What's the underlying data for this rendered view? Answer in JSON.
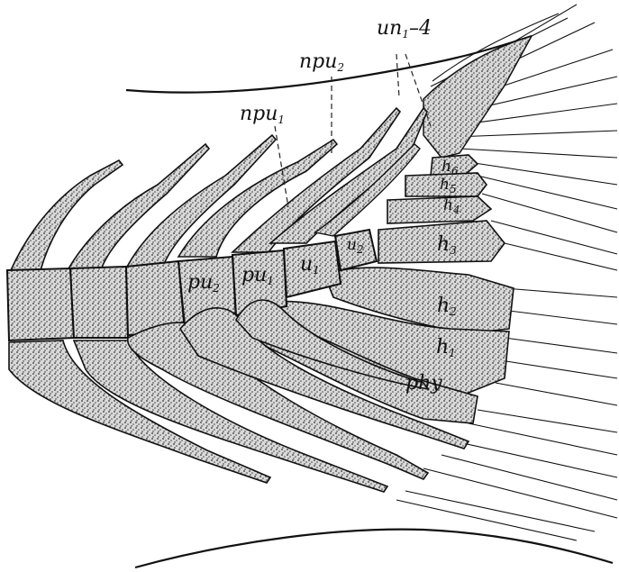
{
  "figure": {
    "labels": {
      "npu1": {
        "base": "npu",
        "sub": "1"
      },
      "npu2": {
        "base": "npu",
        "sub": "2"
      },
      "un": {
        "base": "un",
        "sub": "1",
        "suffix": "–4"
      },
      "pu2": {
        "base": "pu",
        "sub": "2"
      },
      "pu1": {
        "base": "pu",
        "sub": "1"
      },
      "u1": {
        "base": "u",
        "sub": "1"
      },
      "u2": {
        "base": "u",
        "sub": "2"
      },
      "h1": {
        "base": "h",
        "sub": "1"
      },
      "h2": {
        "base": "h",
        "sub": "2"
      },
      "h3": {
        "base": "h",
        "sub": "3"
      },
      "h4": {
        "base": "h",
        "sub": "4"
      },
      "h5": {
        "base": "h",
        "sub": "5"
      },
      "h6": {
        "base": "h",
        "sub": "6"
      },
      "phy": {
        "base": "phy"
      }
    }
  }
}
